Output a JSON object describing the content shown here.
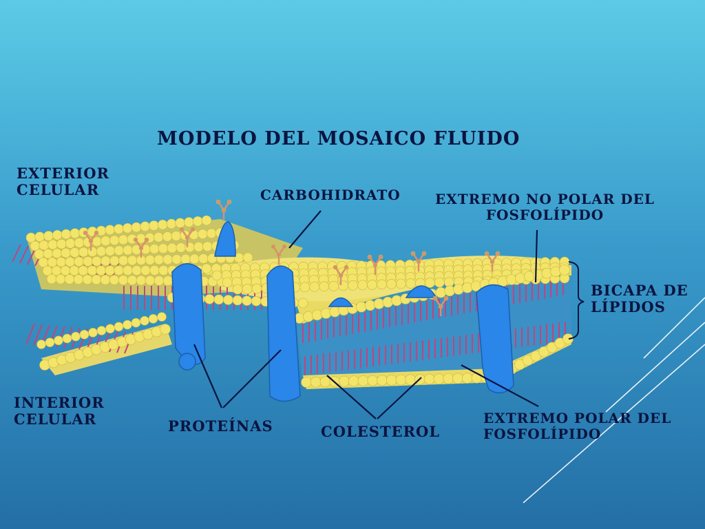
{
  "title": "MODELO DEL MOSAICO FLUIDO",
  "labels": {
    "exterior": [
      "EXTERIOR",
      "CELULAR"
    ],
    "interior": [
      "INTERIOR",
      "CELULAR"
    ],
    "carbohidrato": "CARBOHIDRATO",
    "extremo_no_polar": [
      "EXTREMO NO POLAR DEL",
      "FOSFOLÍPIDO"
    ],
    "bicapa": [
      "BICAPA DE",
      "LÍPIDOS"
    ],
    "proteinas": "PROTEÍNAS",
    "colesterol": "COLESTEROL",
    "extremo_polar": [
      "EXTREMO POLAR DEL",
      "FOSFOLÍPIDO"
    ]
  },
  "colors": {
    "background_top": "#5ccbe6",
    "background_bottom": "#236fa6",
    "label_text": "#0b1440",
    "phospholipid_head": "#f3e46a",
    "lipid_tail": "#c0457e",
    "protein": "#2a86e8",
    "carbohydrate": "#d89070",
    "pointer_line": "#0b1440",
    "decor_line": "#ffffff"
  }
}
